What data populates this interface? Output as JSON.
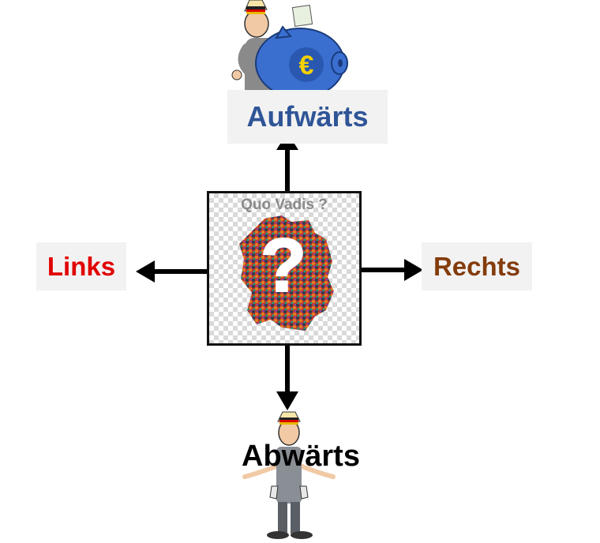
{
  "directions": {
    "up": {
      "label": "Aufwärts",
      "color": "#2f5597"
    },
    "left": {
      "label": "Links",
      "color": "#e00000"
    },
    "right": {
      "label": "Rechts",
      "color": "#843c0c"
    },
    "down": {
      "label": "Abwärts",
      "color": "#000000"
    }
  },
  "center": {
    "title": "Quo   Vadis ?",
    "symbol": "?"
  },
  "illustrations": {
    "top": {
      "icon": "man-carrying-euro-piggy-bank"
    },
    "center": {
      "icon": "germany-map-crowd"
    },
    "bottom": {
      "icon": "man-empty-pockets"
    }
  }
}
